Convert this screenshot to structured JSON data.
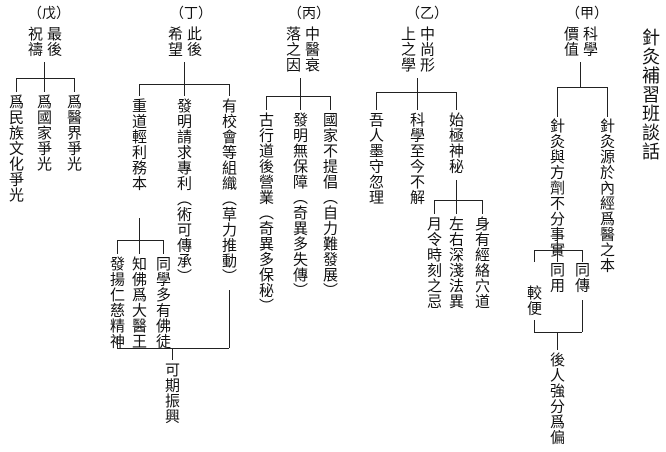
{
  "title": "針灸補習班談話",
  "sections": {
    "jia": {
      "label": "（甲）",
      "header": [
        "科學",
        "價值"
      ],
      "items": [
        "針灸源於內經爲醫之本",
        "針灸與方劑不分事實"
      ],
      "sub": [
        "同傳",
        "同用",
        "較便"
      ],
      "conclusion": "後人強分爲偏"
    },
    "yi": {
      "label": "（乙）",
      "header": [
        "中尚形",
        "上之學"
      ],
      "items": [
        "始極神秘",
        "科學至今不解",
        "吾人墨守忽理"
      ],
      "sub": [
        "身有經絡穴道",
        "左右深淺法異",
        "月令時刻之忌"
      ]
    },
    "bing": {
      "label": "（丙）",
      "header": [
        "中醫衰",
        "落之因"
      ],
      "items": [
        "國家不提倡（自力難發展）",
        "發明無保障（奇異多失傳）",
        "古行道後營業（奇異多保秘）"
      ]
    },
    "ding": {
      "label": "（丁）",
      "header": [
        "此後",
        "希望"
      ],
      "items": [
        "有校會等組織（草力推動）",
        "發明請求專利（術可傳承）",
        "重道輕利務本"
      ],
      "sub": [
        "同學多有佛徒",
        "知佛爲大醫王",
        "發揚仁慈精神"
      ],
      "conclusion": "可期振興"
    },
    "wu": {
      "label": "（戊）",
      "header": [
        "最後",
        "祝禱"
      ],
      "items": [
        "爲醫界爭光",
        "爲國家爭光",
        "爲民族文化爭光"
      ]
    }
  }
}
